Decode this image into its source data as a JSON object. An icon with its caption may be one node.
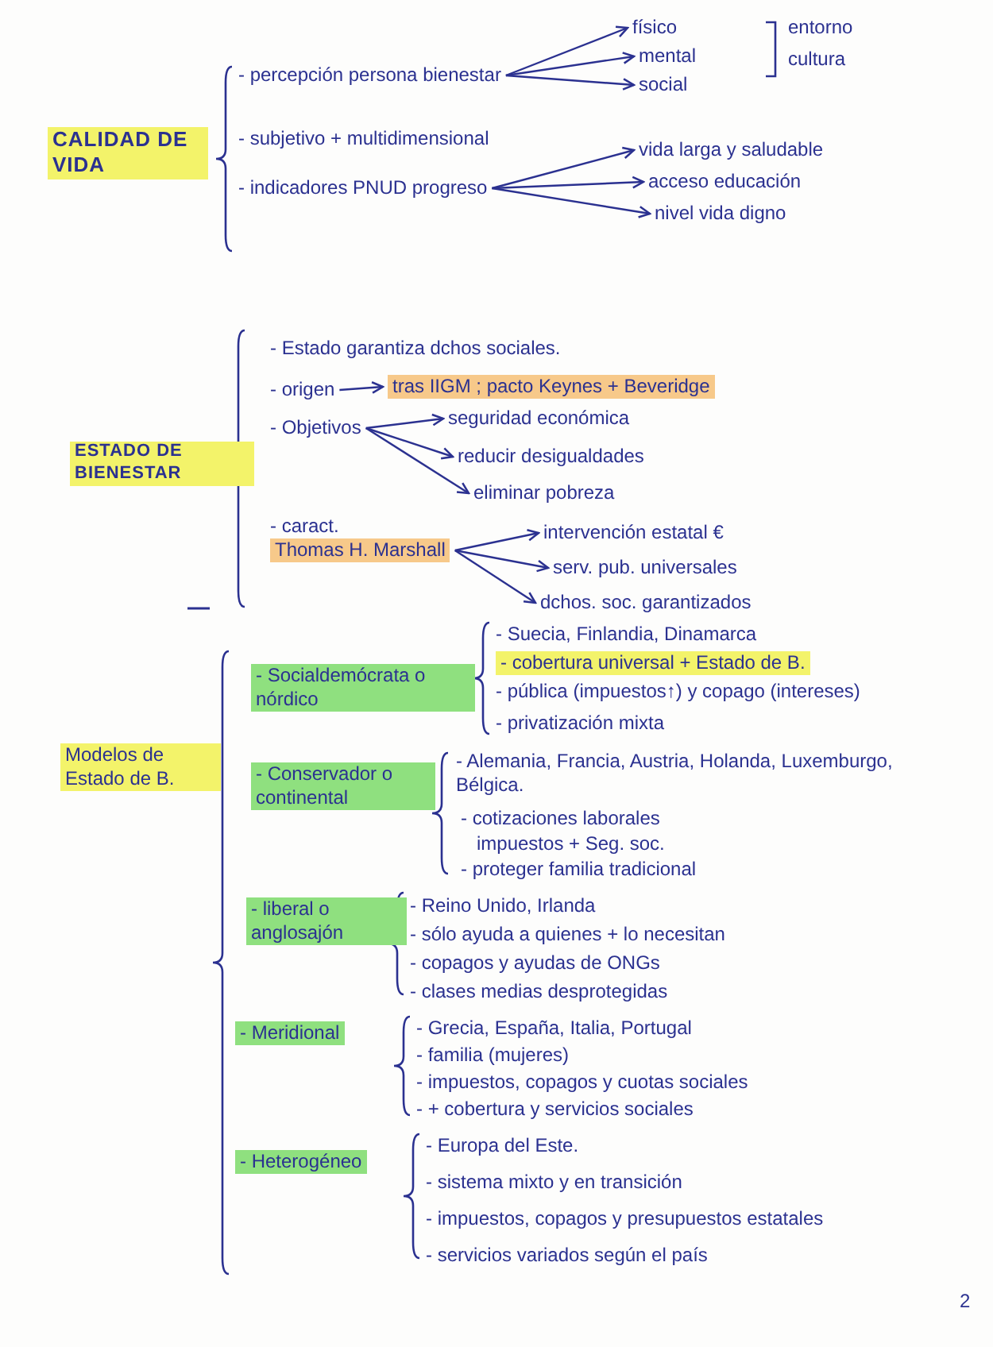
{
  "diagram": {
    "nodes": [
      {
        "text": [
          "- percepción persona bienestar"
        ]
      },
      {
        "text": [
          "físico"
        ]
      },
      {
        "text": [
          "mental"
        ]
      },
      {
        "text": [
          "social"
        ]
      },
      {
        "text": [
          "- indicadores PNUD progreso"
        ]
      },
      {
        "text": [
          "vida larga y saludable"
        ]
      },
      {
        "text": [
          "acceso educación"
        ]
      },
      {
        "text": [
          "nivel vida digno"
        ]
      },
      {
        "text": [
          "- origen"
        ]
      },
      {
        "text": [
          "tras IIGM ; pacto Keynes + Beveridge"
        ]
      },
      {
        "text": [
          "- Objetivos"
        ]
      },
      {
        "text": [
          "seguridad económica"
        ]
      },
      {
        "text": [
          "reducir desigualdades"
        ]
      },
      {
        "text": [
          "eliminar pobreza"
        ]
      },
      {
        "text": [
          "- caract.",
          "Thomas H. Marshall"
        ]
      },
      {
        "text": [
          "intervención estatal €"
        ]
      },
      {
        "text": [
          "serv. pub. universales"
        ]
      },
      {
        "text": [
          "dchos. soc. garantizados"
        ]
      }
    ],
    "edges": [
      {
        "from": 0,
        "to": 1,
        "arrow": "to"
      },
      {
        "from": 0,
        "to": 2,
        "arrow": "to"
      },
      {
        "from": 0,
        "to": 3,
        "arrow": "to"
      },
      {
        "from": 4,
        "to": 5,
        "arrow": "to"
      },
      {
        "from": 4,
        "to": 6,
        "arrow": "to"
      },
      {
        "from": 4,
        "to": 7,
        "arrow": "to"
      },
      {
        "from": 8,
        "to": 9,
        "arrow": "to"
      },
      {
        "from": 10,
        "to": 11,
        "arrow": "to"
      },
      {
        "from": 10,
        "to": 12,
        "arrow": "to"
      },
      {
        "from": 10,
        "to": 13,
        "arrow": "to"
      },
      {
        "from": 14,
        "to": 15,
        "arrow": "to"
      },
      {
        "from": 14,
        "to": 16,
        "arrow": "to"
      },
      {
        "from": 14,
        "to": 17,
        "arrow": "to"
      }
    ],
    "labels": [
      "entorno",
      "cultura",
      "CALIDAD DE VIDA",
      "- subjetivo + multidimensional",
      "- Estado garantiza dchos sociales.",
      "ESTADO DE BIENESTAR",
      "- Suecia, Finlandia, Dinamarca",
      "- cobertura universal + Estado de B.",
      "- Socialdemócrata o nórdico",
      "Modelos de Estado de B.",
      "- pública (impuestos↑) y copago (intereses)",
      "- privatización mixta",
      "- Conservador o continental",
      "- Alemania, Francia, Austria, Holanda, Luxemburgo, Bélgica.",
      "- cotizaciones laborales",
      "impuestos + Seg. soc.",
      "- proteger familia tradicional",
      "- liberal o anglosajón",
      "- Reino Unido, Irlanda",
      "- sólo ayuda a quienes + lo necesitan",
      "- copagos y ayudas de ONGs",
      "- clases medias desprotegidas",
      "- Meridional",
      "- Grecia, España, Italia, Portugal",
      "- familia (mujeres)",
      "- impuestos, copagos y cuotas sociales",
      "- + cobertura y servicios sociales",
      "- Heterogéneo",
      "- Europa del Este.",
      "- sistema mixto y en transición",
      "- impuestos, copagos y presupuestos estatales",
      "- servicios variados según el país",
      "2"
    ]
  }
}
